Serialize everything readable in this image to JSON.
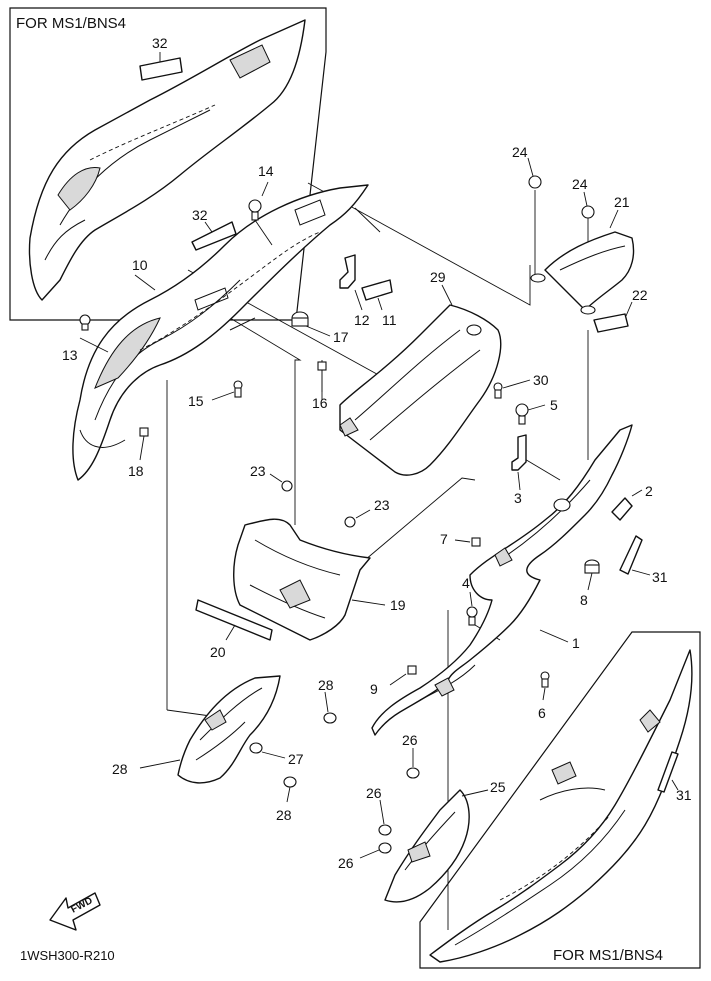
{
  "variant_boxes": [
    {
      "caption": "FOR MS1/BNS4"
    },
    {
      "caption": "FOR MS1/BNS4"
    }
  ],
  "drawing_code": "1WSH300-R210",
  "fwd_label": "FWD",
  "callouts": [
    "1",
    "2",
    "3",
    "4",
    "5",
    "6",
    "7",
    "8",
    "9",
    "10",
    "11",
    "12",
    "13",
    "14",
    "15",
    "16",
    "17",
    "18",
    "19",
    "20",
    "21",
    "22",
    "23",
    "23",
    "24",
    "24",
    "25",
    "26",
    "26",
    "26",
    "27",
    "28",
    "28",
    "28",
    "29",
    "30",
    "31",
    "31",
    "32",
    "32"
  ]
}
